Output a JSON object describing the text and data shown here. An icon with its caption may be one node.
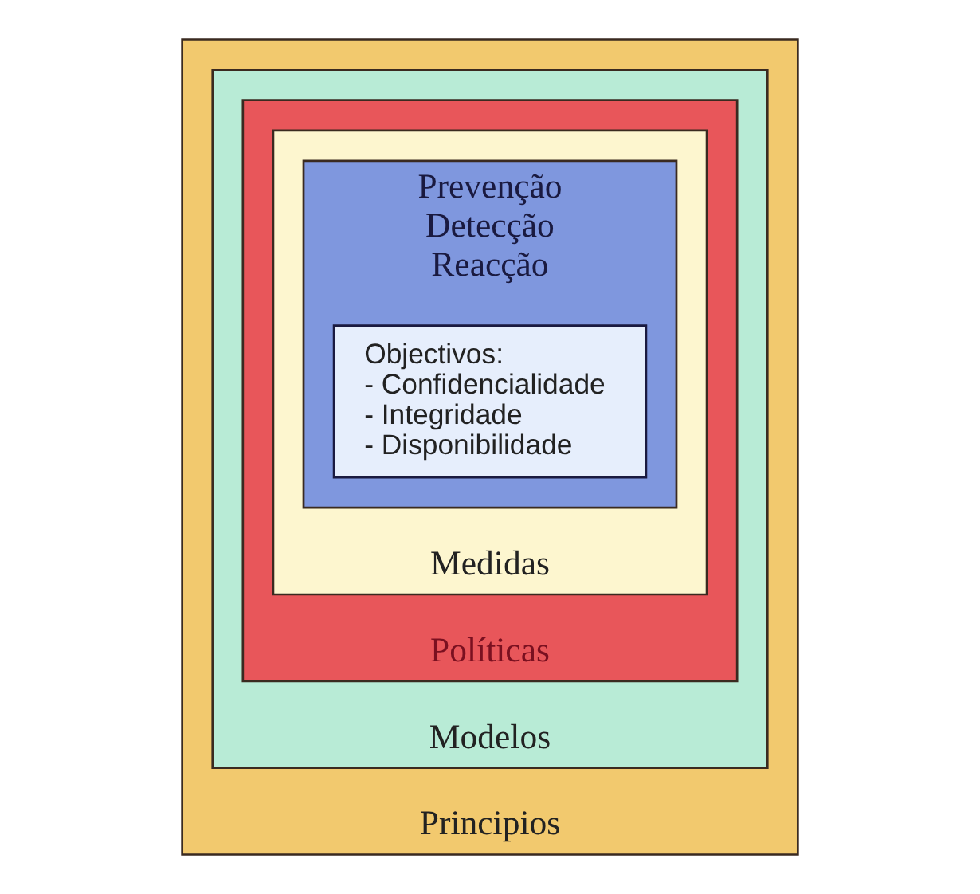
{
  "diagram": {
    "nodes": [
      {
        "text": [
          "Principios"
        ]
      },
      {
        "text": [
          "Modelos"
        ],
        "in": 0
      },
      {
        "text": [
          "Políticas"
        ],
        "in": 1
      },
      {
        "text": [
          "Medidas"
        ],
        "in": 2
      },
      {
        "text": [
          "Prevenção",
          "Detecção",
          "Reacção"
        ],
        "in": 3
      },
      {
        "text": [
          "Objectivos:",
          "- Confidencialidade",
          "- Integridade",
          "- Disponibilidade"
        ],
        "in": 4
      }
    ]
  }
}
